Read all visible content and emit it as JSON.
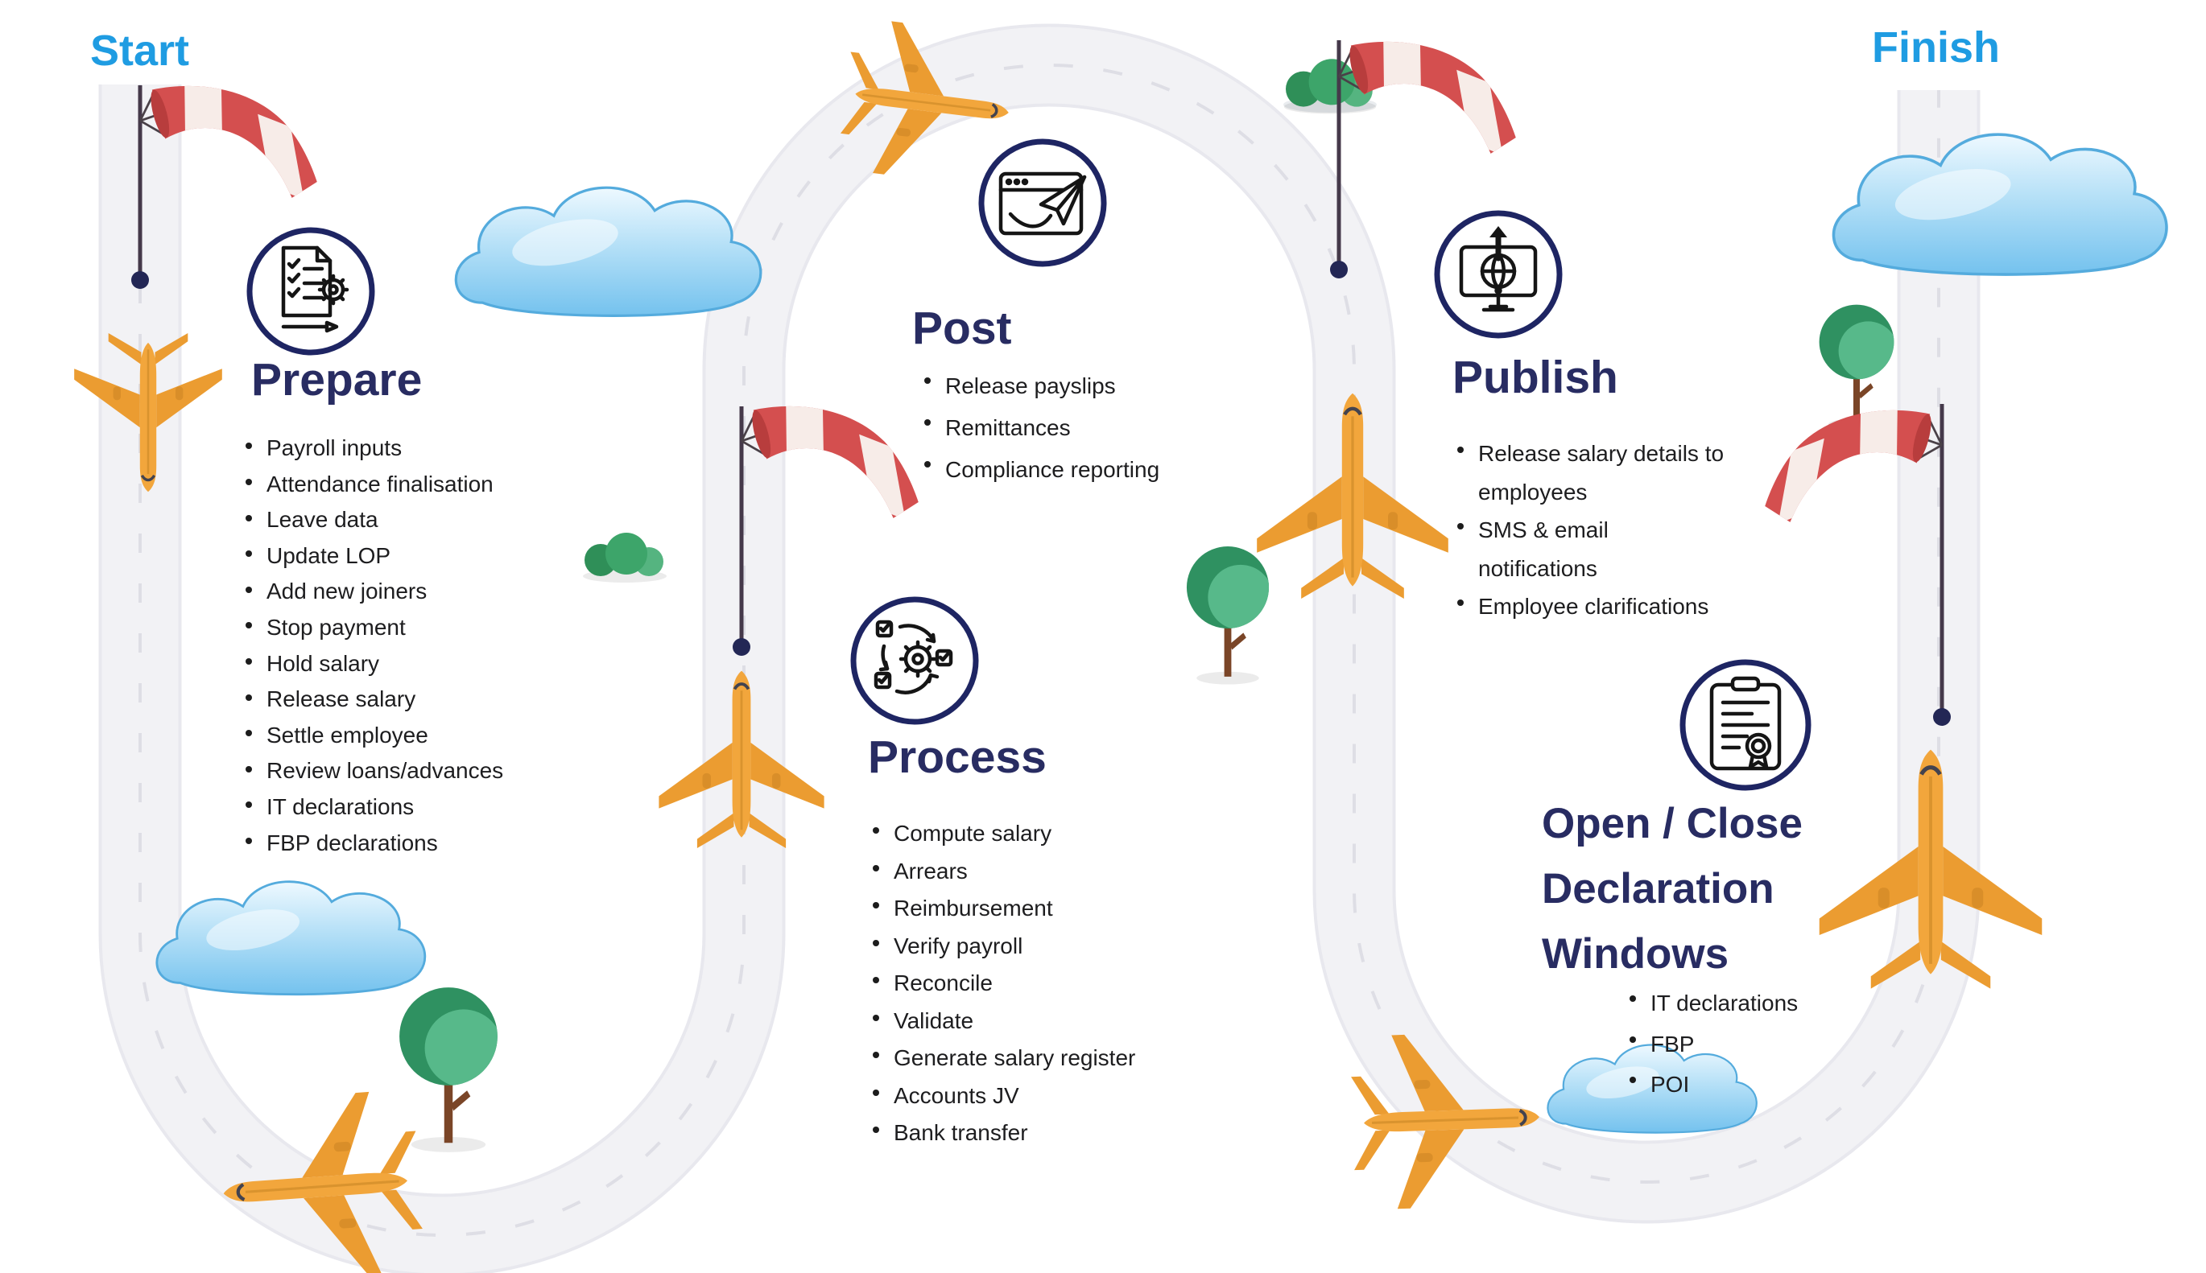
{
  "labels": {
    "start": "Start",
    "finish": "Finish"
  },
  "stages": {
    "prepare": {
      "title": "Prepare",
      "icon": "document-checklist-gear-icon",
      "items": [
        "Payroll inputs",
        "Attendance finalisation",
        "Leave data",
        "Update LOP",
        "Add new joiners",
        "Stop payment",
        "Hold salary",
        "Release salary",
        "Settle employee",
        "Review loans/advances",
        "IT declarations",
        "FBP declarations"
      ]
    },
    "post": {
      "title": "Post",
      "icon": "browser-paper-plane-icon",
      "items": [
        "Release payslips",
        "Remittances",
        "Compliance reporting"
      ]
    },
    "process": {
      "title": "Process",
      "icon": "gear-checkboxes-cycle-icon",
      "items": [
        "Compute salary",
        "Arrears",
        "Reimbursement",
        "Verify payroll",
        "Reconcile",
        "Validate",
        "Generate salary register",
        "Accounts JV",
        "Bank transfer"
      ]
    },
    "publish": {
      "title": "Publish",
      "icon": "monitor-globe-upload-icon",
      "items": [
        "Release salary details to employees",
        "SMS & email notifications",
        "Employee clarifications"
      ]
    },
    "declarations": {
      "title_lines": [
        "Open / Close",
        "Declaration",
        "Windows"
      ],
      "icon": "clipboard-certificate-icon",
      "items": [
        "IT declarations",
        "FBP",
        "POI"
      ]
    }
  },
  "colors": {
    "accent_blue": "#1f9ce2",
    "heading_navy": "#282c62",
    "road_gray": "#f2f2f5",
    "plane_orange": "#f2a63c",
    "windsock_red": "#d44f4f",
    "tree_green": "#35996b",
    "cloud_blue": "#77c3ee",
    "marker_navy": "#232755"
  }
}
